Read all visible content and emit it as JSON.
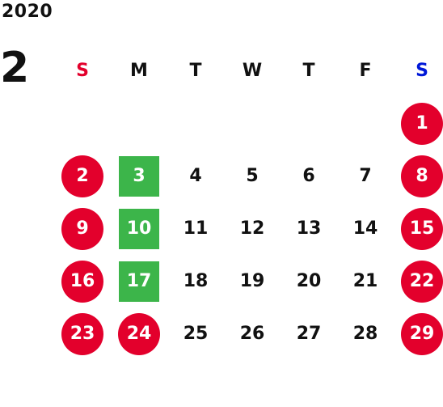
{
  "calendar": {
    "year": "2020",
    "month": "2",
    "weekdays": [
      {
        "label": "S",
        "color": "#e3002c"
      },
      {
        "label": "M",
        "color": "#111111"
      },
      {
        "label": "T",
        "color": "#111111"
      },
      {
        "label": "W",
        "color": "#111111"
      },
      {
        "label": "T",
        "color": "#111111"
      },
      {
        "label": "F",
        "color": "#111111"
      },
      {
        "label": "S",
        "color": "#0018d8"
      }
    ],
    "weeks": [
      [
        null,
        null,
        null,
        null,
        null,
        null,
        {
          "day": "1",
          "style": "red"
        }
      ],
      [
        {
          "day": "2",
          "style": "red"
        },
        {
          "day": "3",
          "style": "green"
        },
        {
          "day": "4",
          "style": "plain"
        },
        {
          "day": "5",
          "style": "plain"
        },
        {
          "day": "6",
          "style": "plain"
        },
        {
          "day": "7",
          "style": "plain"
        },
        {
          "day": "8",
          "style": "red"
        }
      ],
      [
        {
          "day": "9",
          "style": "red"
        },
        {
          "day": "10",
          "style": "green"
        },
        {
          "day": "11",
          "style": "plain"
        },
        {
          "day": "12",
          "style": "plain"
        },
        {
          "day": "13",
          "style": "plain"
        },
        {
          "day": "14",
          "style": "plain"
        },
        {
          "day": "15",
          "style": "red"
        }
      ],
      [
        {
          "day": "16",
          "style": "red"
        },
        {
          "day": "17",
          "style": "green"
        },
        {
          "day": "18",
          "style": "plain"
        },
        {
          "day": "19",
          "style": "plain"
        },
        {
          "day": "20",
          "style": "plain"
        },
        {
          "day": "21",
          "style": "plain"
        },
        {
          "day": "22",
          "style": "red"
        }
      ],
      [
        {
          "day": "23",
          "style": "red"
        },
        {
          "day": "24",
          "style": "red"
        },
        {
          "day": "25",
          "style": "plain"
        },
        {
          "day": "26",
          "style": "plain"
        },
        {
          "day": "27",
          "style": "plain"
        },
        {
          "day": "28",
          "style": "plain"
        },
        {
          "day": "29",
          "style": "red"
        }
      ]
    ]
  },
  "colors": {
    "holiday_red": "#e3002c",
    "highlight_green": "#3cb54a",
    "saturday_blue": "#0018d8",
    "text": "#111111"
  }
}
